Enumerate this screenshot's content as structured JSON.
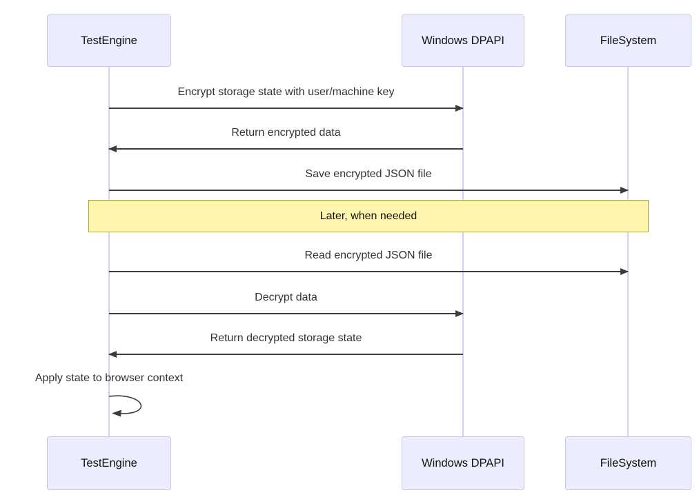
{
  "diagram": {
    "type": "sequence-diagram",
    "actors": [
      {
        "id": "testengine",
        "label": "TestEngine"
      },
      {
        "id": "windows-dpapi",
        "label": "Windows DPAPI"
      },
      {
        "id": "filesystem",
        "label": "FileSystem"
      }
    ],
    "messages": [
      {
        "label": "Encrypt storage state with user/machine key",
        "from": "TestEngine",
        "to": "Windows DPAPI",
        "arrow": "solid-right"
      },
      {
        "label": "Return encrypted data",
        "from": "Windows DPAPI",
        "to": "TestEngine",
        "arrow": "solid-left"
      },
      {
        "label": "Save encrypted JSON file",
        "from": "TestEngine",
        "to": "FileSystem",
        "arrow": "solid-right"
      },
      {
        "label": "Read encrypted JSON file",
        "from": "TestEngine",
        "to": "FileSystem",
        "arrow": "solid-right"
      },
      {
        "label": "Decrypt data",
        "from": "TestEngine",
        "to": "Windows DPAPI",
        "arrow": "solid-right"
      },
      {
        "label": "Return decrypted storage state",
        "from": "Windows DPAPI",
        "to": "TestEngine",
        "arrow": "solid-left"
      },
      {
        "label": "Apply state to browser context",
        "from": "TestEngine",
        "to": "TestEngine",
        "arrow": "self-loop"
      }
    ],
    "note": {
      "label": "Later, when needed",
      "span": "TestEngine to FileSystem"
    },
    "colors": {
      "actor_fill": "#ECECFF",
      "actor_border": "#c9c4ea",
      "lifeline": "#d5d0e8",
      "note_fill": "#fff5ad",
      "note_border": "#aaaa33",
      "arrow": "#3c3c3c",
      "text": "#333333",
      "background": "#ffffff"
    }
  }
}
